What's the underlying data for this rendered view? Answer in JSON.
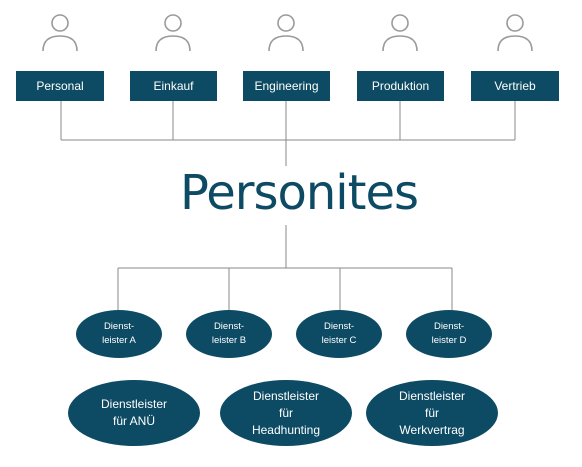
{
  "departments": [
    {
      "label": "Personal"
    },
    {
      "label": "Einkauf"
    },
    {
      "label": "Engineering"
    },
    {
      "label": "Produktion"
    },
    {
      "label": "Vertrieb"
    }
  ],
  "logo": {
    "text": "Personites"
  },
  "service_providers": [
    {
      "label": "Dienst-\nleister A"
    },
    {
      "label": "Dienst-\nleister B"
    },
    {
      "label": "Dienst-\nleister C"
    },
    {
      "label": "Dienst-\nleister D"
    }
  ],
  "special_providers": [
    {
      "label": "Dienstleister\nfür ANÜ"
    },
    {
      "label": "Dienstleister\nfür\nHeadhunting"
    },
    {
      "label": "Dienstleister\nfür\nWerkvertrag"
    }
  ],
  "colors": {
    "primary": "#0d4a63",
    "line": "#8a8a8a",
    "icon": "#9a9a9a"
  }
}
